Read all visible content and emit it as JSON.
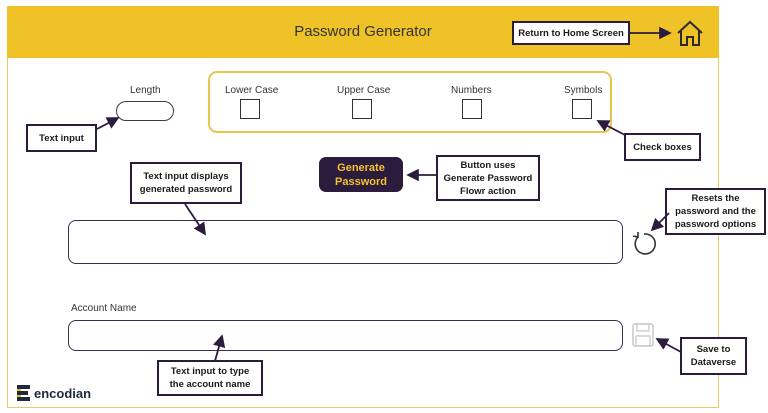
{
  "header": {
    "title": "Password Generator"
  },
  "length": {
    "label": "Length",
    "value": ""
  },
  "options": [
    {
      "label": "Lower Case",
      "checked": false
    },
    {
      "label": "Upper Case",
      "checked": false
    },
    {
      "label": "Numbers",
      "checked": false
    },
    {
      "label": "Symbols",
      "checked": false
    }
  ],
  "generate_button": {
    "line1": "Generate",
    "line2": "Password"
  },
  "generated_password": {
    "value": ""
  },
  "account": {
    "label": "Account Name",
    "value": ""
  },
  "callouts": {
    "return_home": "Return to Home Screen",
    "text_input": "Text input",
    "check_boxes": "Check boxes",
    "displays_password_line1": "Text input displays",
    "displays_password_line2": "generated password",
    "button_uses_line1": "Button uses",
    "button_uses_line2": "Generate Password",
    "button_uses_line3": "Flowr action",
    "resets_line1": "Resets the",
    "resets_line2": "password and the",
    "resets_line3": "password options",
    "type_account_line1": "Text input to type",
    "type_account_line2": "the account name",
    "save_line1": "Save to",
    "save_line2": "Dataverse"
  },
  "brand": {
    "name": "encodian"
  },
  "colors": {
    "header": "#efc227",
    "dark": "#2b1b3d",
    "accent": "#f2c12e"
  },
  "icons": {
    "home": "home-icon",
    "reset": "reset-icon",
    "save": "save-icon"
  }
}
